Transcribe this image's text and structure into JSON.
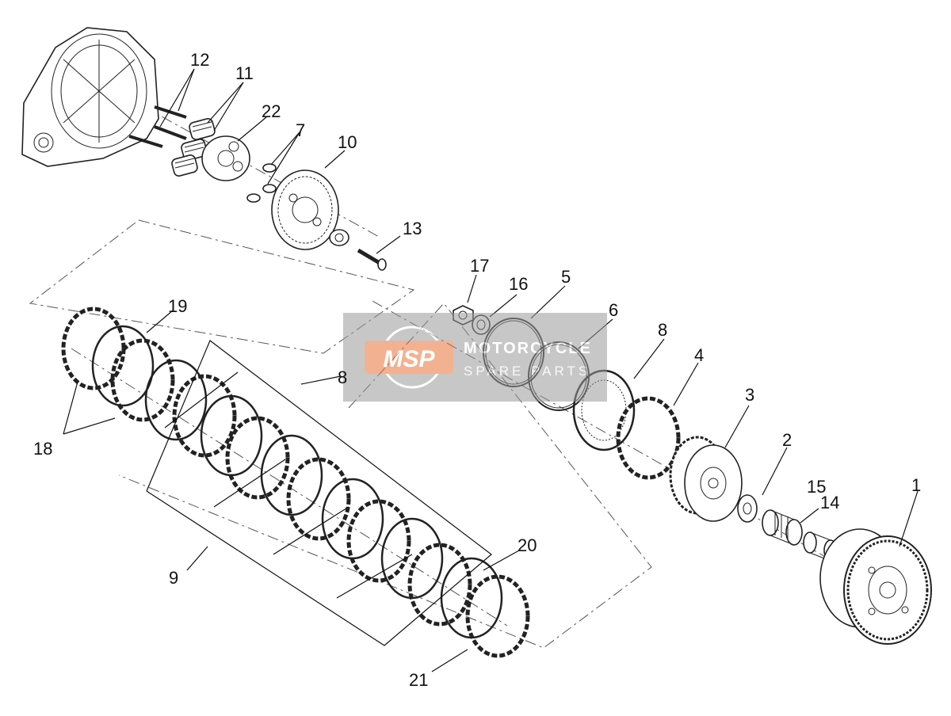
{
  "diagram": {
    "labels": {
      "l1": "1",
      "l2": "2",
      "l3": "3",
      "l4": "4",
      "l5": "5",
      "l6": "6",
      "l7": "7",
      "l8a": "8",
      "l8b": "8",
      "l9": "9",
      "l10": "10",
      "l11": "11",
      "l12": "12",
      "l13": "13",
      "l14": "14",
      "l15": "15",
      "l16": "16",
      "l17": "17",
      "l18": "18",
      "l19": "19",
      "l20": "20",
      "l21": "21",
      "l22": "22"
    }
  },
  "watermark": {
    "logo": "MSP",
    "line1": "MOTORCYCLE",
    "line2": "SPARE PARTS",
    "color": "#e8753a"
  }
}
